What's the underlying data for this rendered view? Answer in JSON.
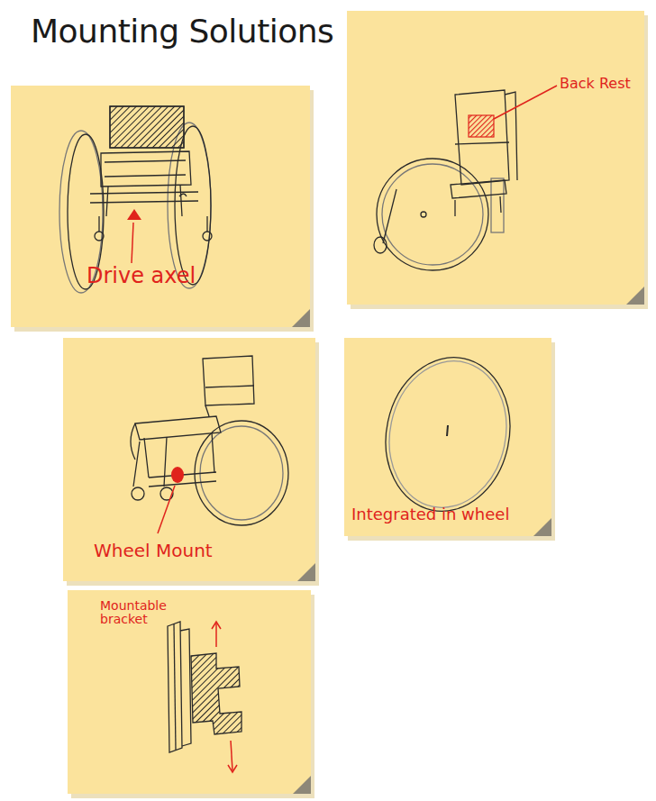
{
  "diagram": {
    "title": "Mounting Solutions",
    "nodes": [
      {
        "text": [
          "Drive axel"
        ]
      },
      {
        "text": [
          "Back Rest"
        ]
      },
      {
        "text": [
          "Wheel Mount"
        ]
      },
      {
        "text": [
          "Integrated in wheel"
        ]
      },
      {
        "text": [
          "Mountable bracket"
        ]
      }
    ]
  }
}
